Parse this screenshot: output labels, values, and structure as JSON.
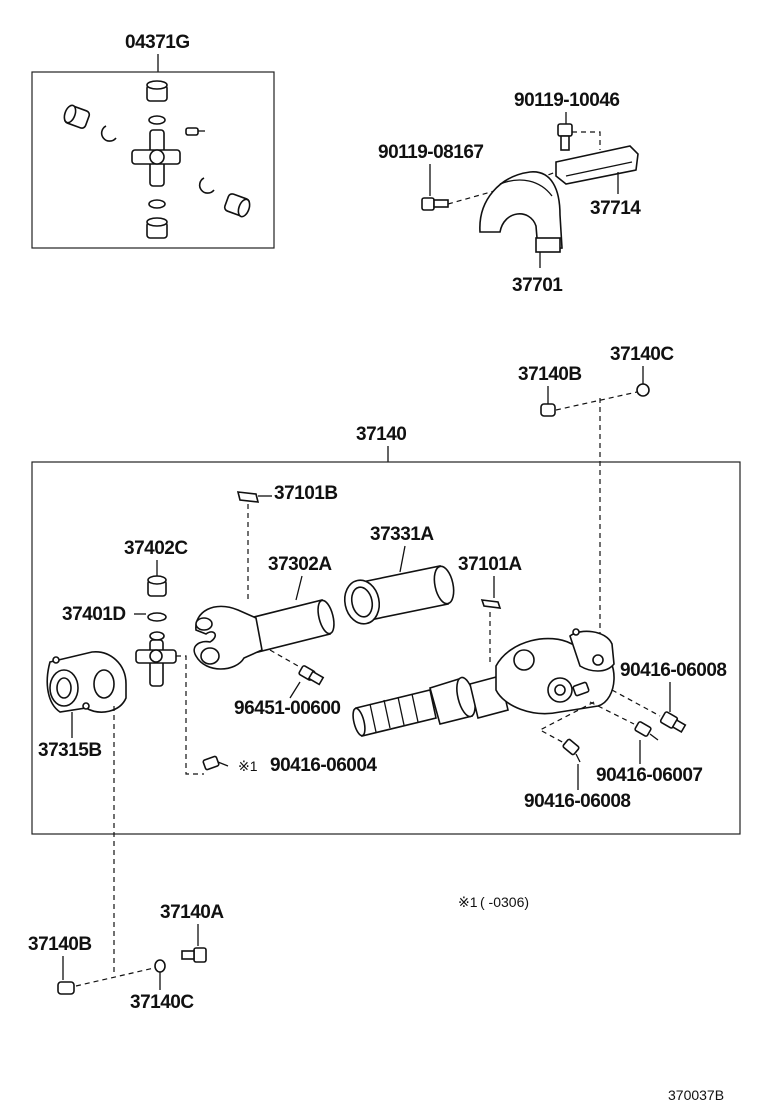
{
  "diagram_id": "370037B",
  "footnote": {
    "mark": "※1",
    "text": "(     -0306)"
  },
  "labels": {
    "kit": "04371G",
    "bolt_upper": "90119-10046",
    "bolt_left": "90119-08167",
    "bracket": "37714",
    "center_bearing": "37701",
    "nut_upper": "37140B",
    "washer_upper": "37140C",
    "shaft_assy": "37140",
    "weight_b": "37101B",
    "sleeve": "37331A",
    "yoke": "37302A",
    "weight_a": "37101A",
    "cap_c": "37402C",
    "spider_d": "37401D",
    "bolt_yoke": "96451-00600",
    "flange": "37315B",
    "fitting_1": "90416-06004",
    "fitting_2": "90416-06008",
    "fitting_3": "90416-06007",
    "fitting_4": "90416-06008",
    "bolt_lower": "37140A",
    "nut_lower": "37140B",
    "washer_lower": "37140C"
  }
}
